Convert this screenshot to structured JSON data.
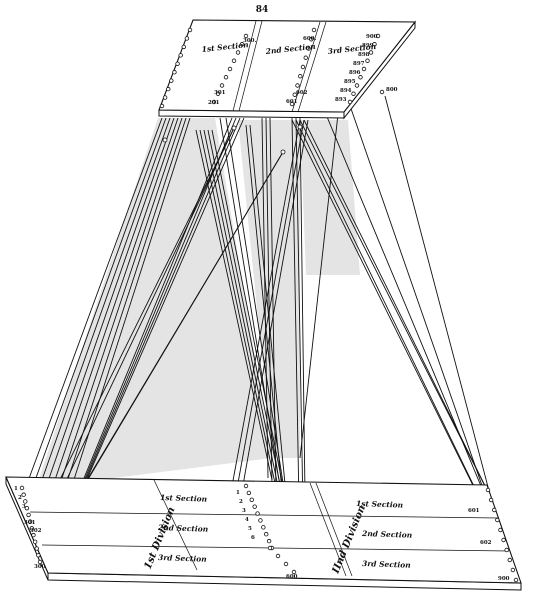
{
  "page_number": "84",
  "top_board": {
    "sections": [
      "1st Section",
      "2nd Section",
      "3rd Section"
    ],
    "numbers": [
      "300.",
      "600.",
      "900",
      "899",
      "898",
      "897",
      "896",
      "895",
      "894",
      "893",
      "800",
      "602",
      "601",
      "301",
      "201"
    ]
  },
  "bottom_board": {
    "left_division": "1st Division",
    "right_division": "IInd Division",
    "left_sections": [
      "1st Section",
      "2nd Section",
      "3rd Section"
    ],
    "right_sections": [
      "1st Section",
      "2nd Section",
      "3rd Section"
    ],
    "numbers": [
      "1",
      "2",
      "3",
      "300",
      "301",
      "302",
      "1",
      "2",
      "3",
      "4",
      "5",
      "6",
      "600",
      "601",
      "602",
      "900"
    ]
  },
  "colors": {
    "ink": "#111111",
    "paper": "#ffffff",
    "shade": "#e4e4e4"
  }
}
